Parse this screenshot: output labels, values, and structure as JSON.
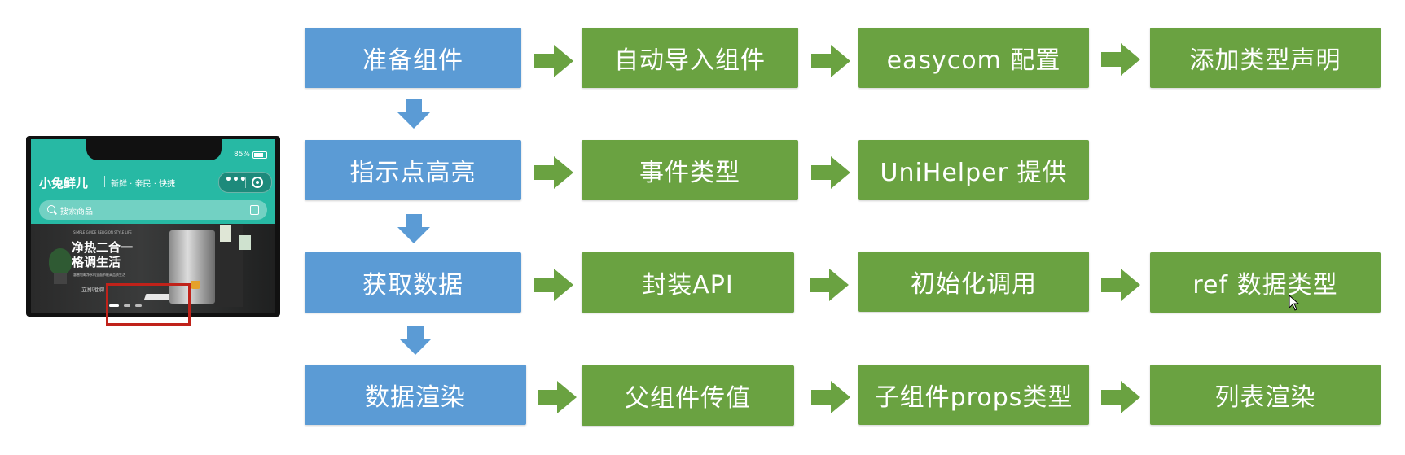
{
  "colors": {
    "blue_box": "#5b9bd5",
    "green_box": "#6aa241",
    "highlight": "#c0221a",
    "phone_header": "#27b9a4"
  },
  "rows": [
    {
      "step": "准备组件",
      "items": [
        "自动导入组件",
        "easycom 配置",
        "添加类型声明"
      ]
    },
    {
      "step": "指示点高亮",
      "items": [
        "事件类型",
        "UniHelper 提供"
      ]
    },
    {
      "step": "获取数据",
      "items": [
        "封装API",
        "初始化调用",
        "ref 数据类型"
      ]
    },
    {
      "step": "数据渲染",
      "items": [
        "父组件传值",
        "子组件props类型",
        "列表渲染"
      ]
    }
  ],
  "phone": {
    "battery": "85%",
    "brand": "小兔鲜儿",
    "tagline": "新鲜 · 亲民 · 快捷",
    "search_placeholder": "搜索商品",
    "banner_small": "SIMPLE GUIDE RELIGION STYLE LIFE",
    "banner_title_line1": "净热二合一",
    "banner_title_line2": "格调生活",
    "banner_sub": "惠普包邮净水机全面节能高品质生活",
    "banner_link": "立即抢购"
  },
  "icons": [
    "arrow-right-icon",
    "arrow-down-icon",
    "search-icon",
    "scan-icon",
    "more-icon",
    "target-icon",
    "cursor-icon"
  ]
}
